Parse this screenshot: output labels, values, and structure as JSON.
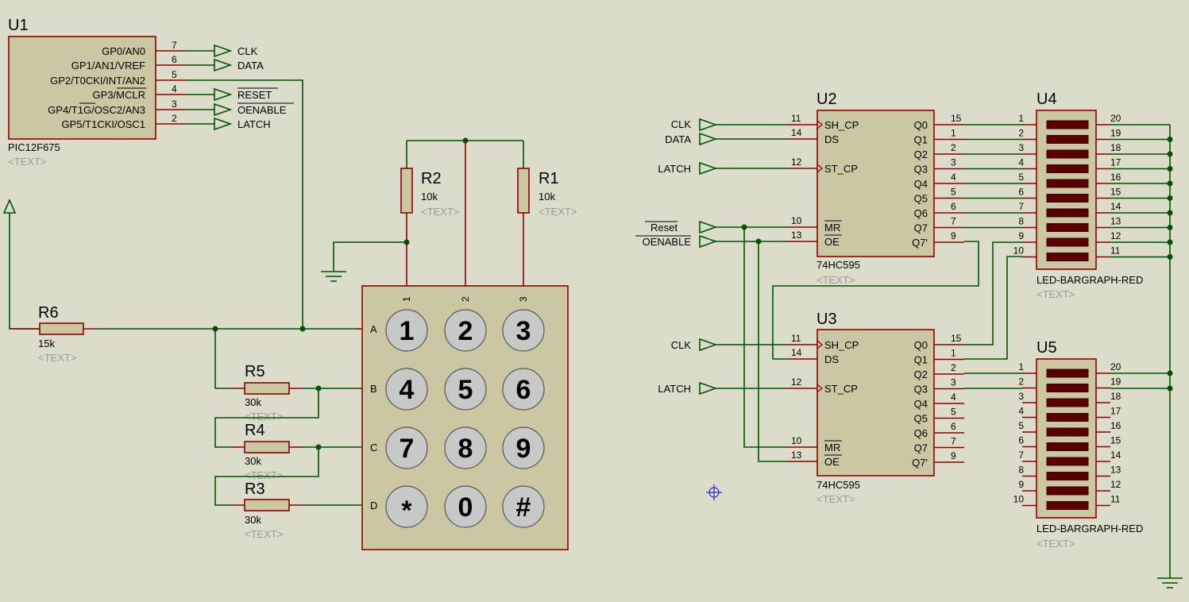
{
  "u1": {
    "ref": "U1",
    "part": "PIC12F675",
    "text": "<TEXT>",
    "pins": [
      {
        "name": "GP0/AN0",
        "num": "7"
      },
      {
        "name": "GP1/AN1/VREF",
        "num": "6"
      },
      {
        "name": "GP2/T0CKI/INT/AN2",
        "num": "5"
      },
      {
        "name": "GP3/MCLR",
        "num": "4"
      },
      {
        "name": "GP4/T1G/OSC2/AN3",
        "num": "3"
      },
      {
        "name": "GP5/T1CKI/OSC1",
        "num": "2"
      }
    ],
    "outputs": [
      "CLK",
      "DATA",
      "RESET",
      "OENABLE",
      "LATCH"
    ]
  },
  "resistors": {
    "r1": {
      "ref": "R1",
      "value": "10k",
      "text": "<TEXT>"
    },
    "r2": {
      "ref": "R2",
      "value": "10k",
      "text": "<TEXT>"
    },
    "r3": {
      "ref": "R3",
      "value": "30k",
      "text": "<TEXT>"
    },
    "r4": {
      "ref": "R4",
      "value": "30k",
      "text": "<TEXT>"
    },
    "r5": {
      "ref": "R5",
      "value": "30k",
      "text": "<TEXT>"
    },
    "r6": {
      "ref": "R6",
      "value": "15k",
      "text": "<TEXT>"
    }
  },
  "keypad": {
    "rows": [
      "A",
      "B",
      "C",
      "D"
    ],
    "cols": [
      "1",
      "2",
      "3"
    ],
    "keys": [
      "1",
      "2",
      "3",
      "4",
      "5",
      "6",
      "7",
      "8",
      "9",
      "*",
      "0",
      "#"
    ]
  },
  "u2": {
    "ref": "U2",
    "part": "74HC595",
    "text": "<TEXT>",
    "left": [
      {
        "name": "SH_CP",
        "num": "11"
      },
      {
        "name": "DS",
        "num": "14"
      },
      {
        "name": "ST_CP",
        "num": "12"
      },
      {
        "name": "MR",
        "num": "10"
      },
      {
        "name": "OE",
        "num": "13"
      }
    ],
    "right": [
      {
        "name": "Q0",
        "num": "15"
      },
      {
        "name": "Q1",
        "num": "1"
      },
      {
        "name": "Q2",
        "num": "2"
      },
      {
        "name": "Q3",
        "num": "3"
      },
      {
        "name": "Q4",
        "num": "4"
      },
      {
        "name": "Q5",
        "num": "5"
      },
      {
        "name": "Q6",
        "num": "6"
      },
      {
        "name": "Q7",
        "num": "7"
      },
      {
        "name": "Q7'",
        "num": "9"
      }
    ],
    "inputs": [
      "CLK",
      "DATA",
      "LATCH",
      "Reset",
      "OENABLE"
    ]
  },
  "u3": {
    "ref": "U3",
    "part": "74HC595",
    "text": "<TEXT>",
    "left": [
      {
        "name": "SH_CP",
        "num": "11"
      },
      {
        "name": "DS",
        "num": "14"
      },
      {
        "name": "ST_CP",
        "num": "12"
      },
      {
        "name": "MR",
        "num": "10"
      },
      {
        "name": "OE",
        "num": "13"
      }
    ],
    "right": [
      {
        "name": "Q0",
        "num": "15"
      },
      {
        "name": "Q1",
        "num": "1"
      },
      {
        "name": "Q2",
        "num": "2"
      },
      {
        "name": "Q3",
        "num": "3"
      },
      {
        "name": "Q4",
        "num": "4"
      },
      {
        "name": "Q5",
        "num": "5"
      },
      {
        "name": "Q6",
        "num": "6"
      },
      {
        "name": "Q7",
        "num": "7"
      },
      {
        "name": "Q7'",
        "num": "9"
      }
    ],
    "inputs": [
      "CLK",
      "LATCH"
    ]
  },
  "u4": {
    "ref": "U4",
    "part": "LED-BARGRAPH-RED",
    "text": "<TEXT>",
    "leftnums": [
      "1",
      "2",
      "3",
      "4",
      "5",
      "6",
      "7",
      "8",
      "9",
      "10"
    ],
    "rightnums": [
      "20",
      "19",
      "18",
      "17",
      "16",
      "15",
      "14",
      "13",
      "12",
      "11"
    ]
  },
  "u5": {
    "ref": "U5",
    "part": "LED-BARGRAPH-RED",
    "text": "<TEXT>",
    "leftnums": [
      "1",
      "2",
      "3",
      "4",
      "5",
      "6",
      "7",
      "8",
      "9",
      "10"
    ],
    "rightnums": [
      "20",
      "19",
      "18",
      "17",
      "16",
      "15",
      "14",
      "13",
      "12",
      "11"
    ]
  }
}
